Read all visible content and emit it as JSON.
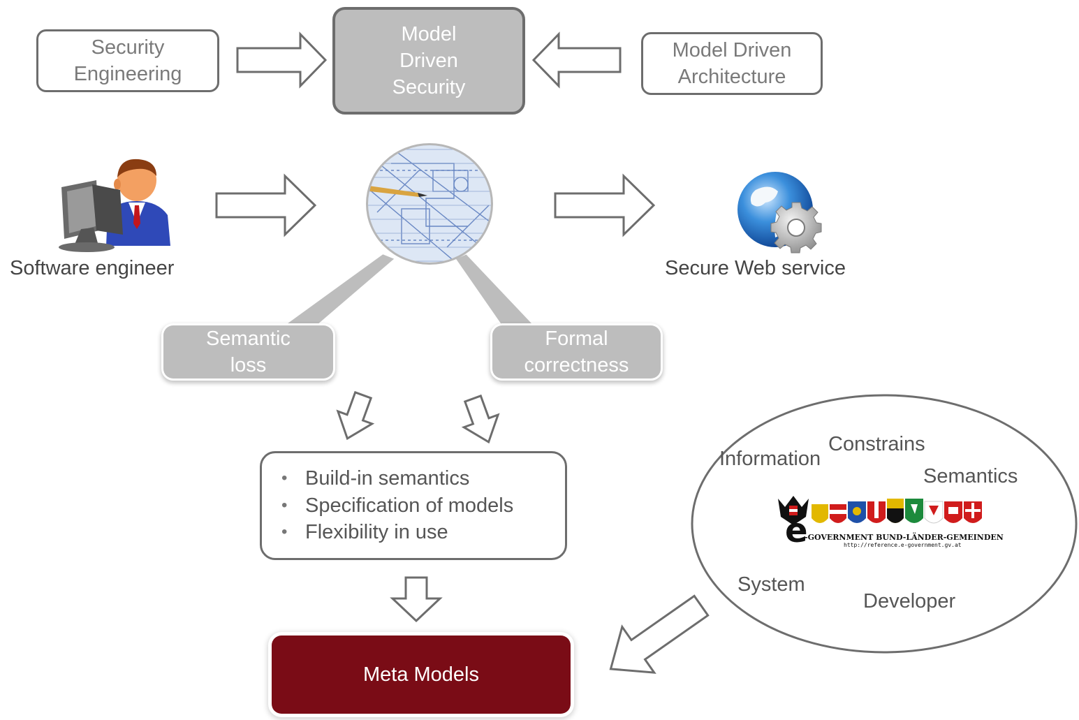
{
  "top_row": {
    "security_engineering": "Security\nEngineering",
    "model_driven_security": "Model\nDriven\nSecurity",
    "model_driven_architecture": "Model Driven\nArchitecture"
  },
  "middle_row": {
    "software_engineer": "Software engineer",
    "secure_web_service": "Secure Web service"
  },
  "callouts": {
    "semantic_loss": "Semantic\nloss",
    "formal_correctness": "Formal\ncorrectness"
  },
  "requirements": [
    "Build-in semantics",
    "Specification of models",
    "Flexibility in use"
  ],
  "meta_models": "Meta Models",
  "context_ellipse": {
    "words": {
      "information": "Information",
      "constrains": "Constrains",
      "semantics": "Semantics",
      "system": "System",
      "developer": "Developer"
    },
    "logo_caption": "-GOVERNMENT BUND-LÄNDER-GEMEINDEN",
    "logo_url": "http://reference.e-government.gv.at",
    "logo_letter": "e"
  },
  "colors": {
    "outline": "#6d6d6d",
    "model_driven_security_fill": "#bdbdbd",
    "meta_models_fill": "#7a0c16"
  }
}
